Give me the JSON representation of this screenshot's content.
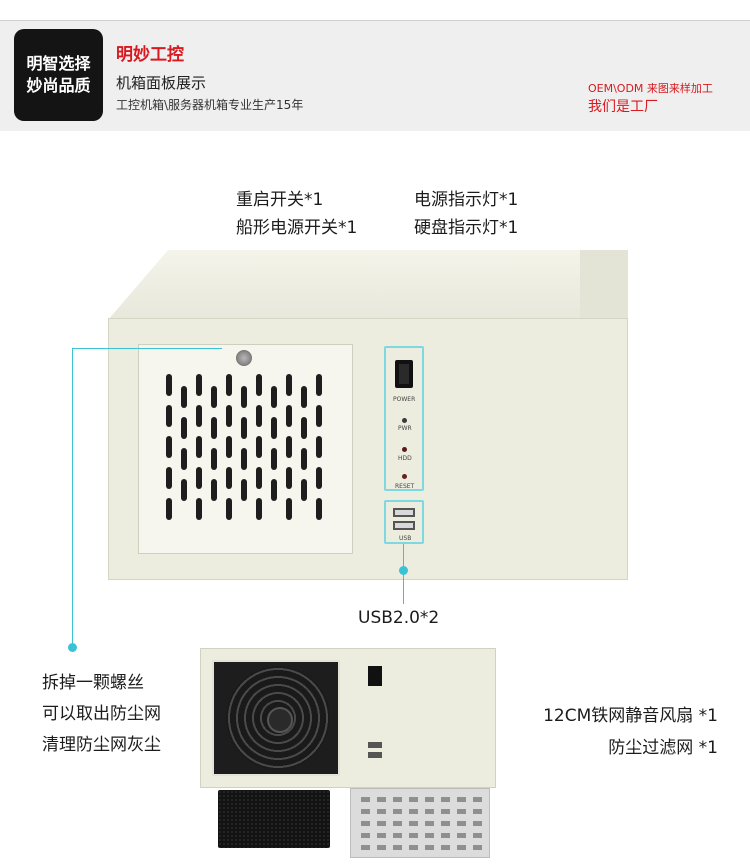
{
  "header": {
    "badge_lines": [
      "明智选择",
      "妙尚品质"
    ],
    "brand": "明妙工控",
    "subtitle": "机箱面板展示",
    "tagline": "工控机箱\\服务器机箱专业生产15年",
    "oem": "OEM\\ODM 来图来样加工",
    "factory": "我们是工厂"
  },
  "callouts": {
    "switches": [
      "重启开关*1",
      "船形电源开关*1"
    ],
    "indicators": [
      "电源指示灯*1",
      "硬盘指示灯*1"
    ],
    "usb": "USB2.0*2",
    "dust_filter_steps": [
      "拆掉一颗螺丝",
      "可以取出防尘网",
      "清理防尘网灰尘"
    ],
    "fan_items": [
      "12CM铁网静音风扇 *1",
      "防尘过滤网 *1"
    ]
  },
  "panel_labels": {
    "power": "POWER",
    "pwr": "PWR",
    "hdd": "HDD",
    "reset": "RESET",
    "usb": "USB"
  },
  "colors": {
    "accent_red": "#d8191f",
    "leader_cyan": "#39c3d4",
    "badge_bg": "#141414",
    "chassis": "#ececdf"
  }
}
